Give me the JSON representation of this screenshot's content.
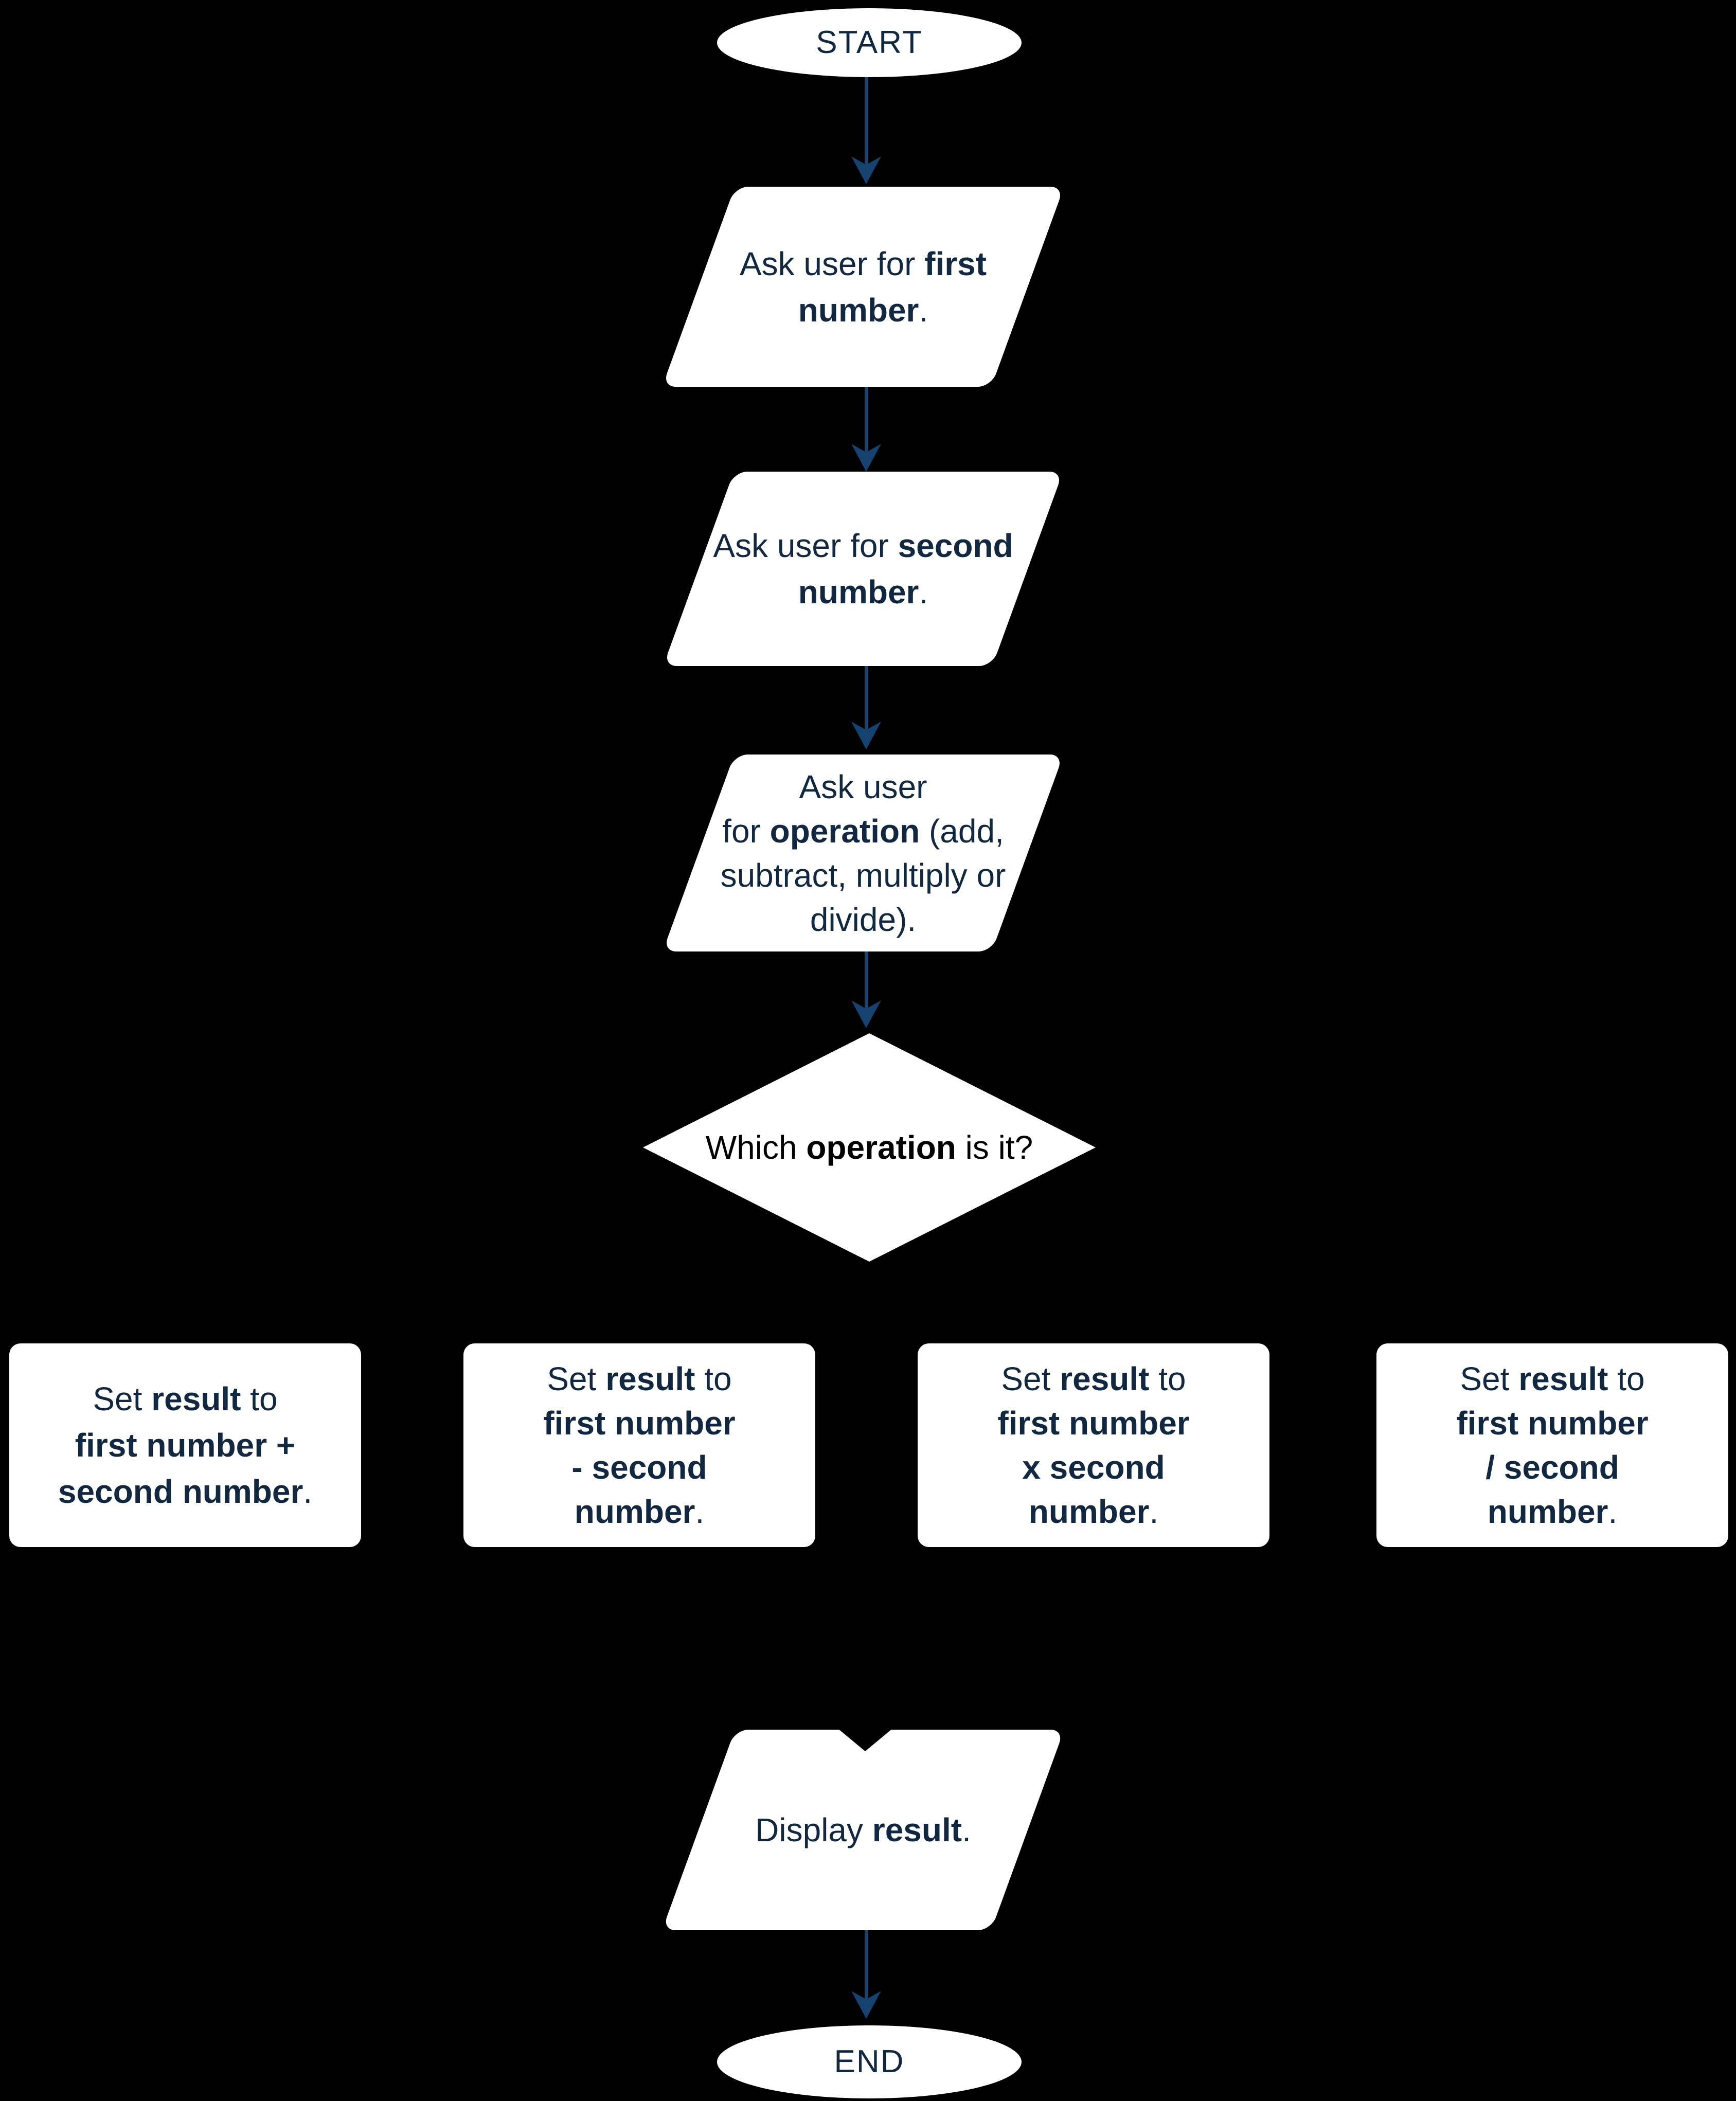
{
  "colors": {
    "background": "#000000",
    "shape_fill": "#ffffff",
    "text": "#112840",
    "decision_text": "#000000",
    "arrow": "#15426f"
  },
  "nodes": {
    "start": {
      "label": "START"
    },
    "ask_first": {
      "l1r1": "Ask user for ",
      "l1b1": "first",
      "l2b1": "number",
      "l2r1": "."
    },
    "ask_second": {
      "l1r1": "Ask user for ",
      "l1b1": "second",
      "l2b1": "number",
      "l2r1": "."
    },
    "ask_operation": {
      "l1r1": "Ask user",
      "l2r1": "for ",
      "l2b1": "operation",
      "l2r2": " (add,",
      "l3r1": "subtract, multiply or",
      "l4r1": "divide)."
    },
    "decision": {
      "l1r1": "Which ",
      "l1b1": "operation",
      "l1r2": " is it?"
    },
    "add_box": {
      "l1r1": "Set ",
      "l1b1": "result",
      "l1r2": " to",
      "l2b1": "first number +",
      "l3b1": "second number",
      "l3r1": "."
    },
    "subtract_box": {
      "l1r1": "Set ",
      "l1b1": "result",
      "l1r2": " to",
      "l2b1": "first number",
      "l3b1": "- second",
      "l4b1": "number",
      "l4r1": "."
    },
    "multiply_box": {
      "l1r1": "Set ",
      "l1b1": "result",
      "l1r2": " to",
      "l2b1": "first number",
      "l3b1": "x second",
      "l4b1": "number",
      "l4r1": "."
    },
    "divide_box": {
      "l1r1": "Set ",
      "l1b1": "result",
      "l1r2": " to",
      "l2b1": "first number",
      "l3b1": "/ second",
      "l4b1": "number",
      "l4r1": "."
    },
    "display": {
      "l1r1": "Display ",
      "l1b1": "result",
      "l1r2": "."
    },
    "end": {
      "label": "END"
    }
  }
}
